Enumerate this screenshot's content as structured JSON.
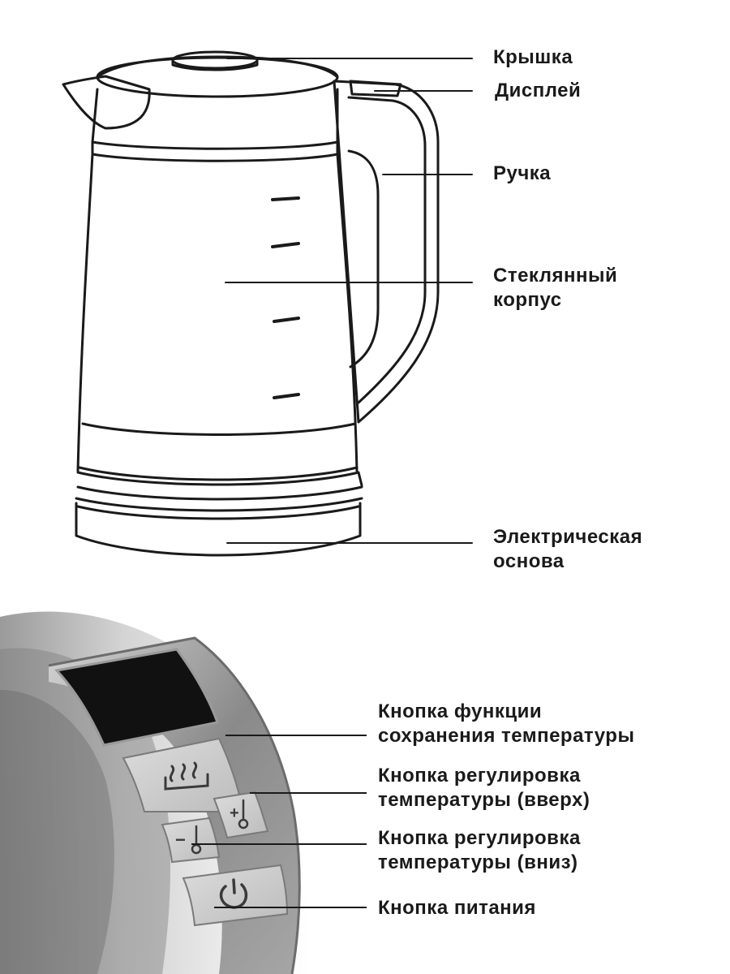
{
  "kettle_labels": {
    "lid": "Крышка",
    "display": "Дисплей",
    "handle": "Ручка",
    "body_line1": "Стеклянный",
    "body_line2": "корпус",
    "base_line1": "Электрическая",
    "base_line2": "основа"
  },
  "panel_labels": {
    "keep_warm_line1": "Кнопка функции",
    "keep_warm_line2": "сохранения температуры",
    "temp_up_line1": "Кнопка регулировка",
    "temp_up_line2": "температуры (вверх)",
    "temp_down_line1": "Кнопка регулировка",
    "temp_down_line2": "температуры (вниз)",
    "power": "Кнопка питания"
  },
  "panel_buttons": {
    "temp_up_glyph": "+",
    "temp_down_glyph": "−"
  },
  "colors": {
    "line": "#1a1a1a",
    "display_glass": "#111111",
    "button_face": "#c9c9c9",
    "panel_metal": "#8e8e8e"
  }
}
